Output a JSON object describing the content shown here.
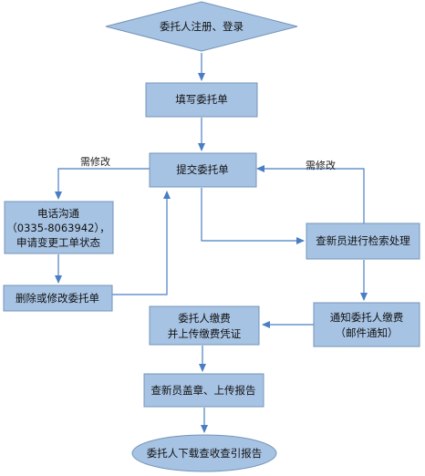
{
  "colors": {
    "node_fill": "#a7c3e3",
    "node_fill_light": "#b9d0ea",
    "node_border": "#7394b8",
    "arrow": "#4a7ec4",
    "text": "#111111",
    "background": "#ffffff"
  },
  "nodes": {
    "start": {
      "shape": "diamond",
      "lines": [
        "委托人注册、登录"
      ]
    },
    "fill": {
      "shape": "rect",
      "lines": [
        "填写委托单"
      ]
    },
    "submit": {
      "shape": "rect",
      "lines": [
        "提交委托单"
      ]
    },
    "phone": {
      "shape": "rect",
      "lines": [
        "电话沟通",
        "（0335-8063942），",
        "申请变更工单状态"
      ]
    },
    "delete": {
      "shape": "rect",
      "lines": [
        "删除或修改委托单"
      ]
    },
    "process": {
      "shape": "rect",
      "lines": [
        "查新员进行检索处理"
      ]
    },
    "notify": {
      "shape": "rect",
      "lines": [
        "通知委托人缴费",
        "（邮件通知）"
      ]
    },
    "pay": {
      "shape": "rect",
      "lines": [
        "委托人缴费",
        "并上传缴费凭证"
      ]
    },
    "stamp": {
      "shape": "rect",
      "lines": [
        "查新员盖章、上传报告"
      ]
    },
    "download": {
      "shape": "ellipse",
      "lines": [
        "委托人下载查收查引报告"
      ]
    }
  },
  "edge_labels": {
    "modify_left": "需修改",
    "modify_right": "需修改"
  }
}
